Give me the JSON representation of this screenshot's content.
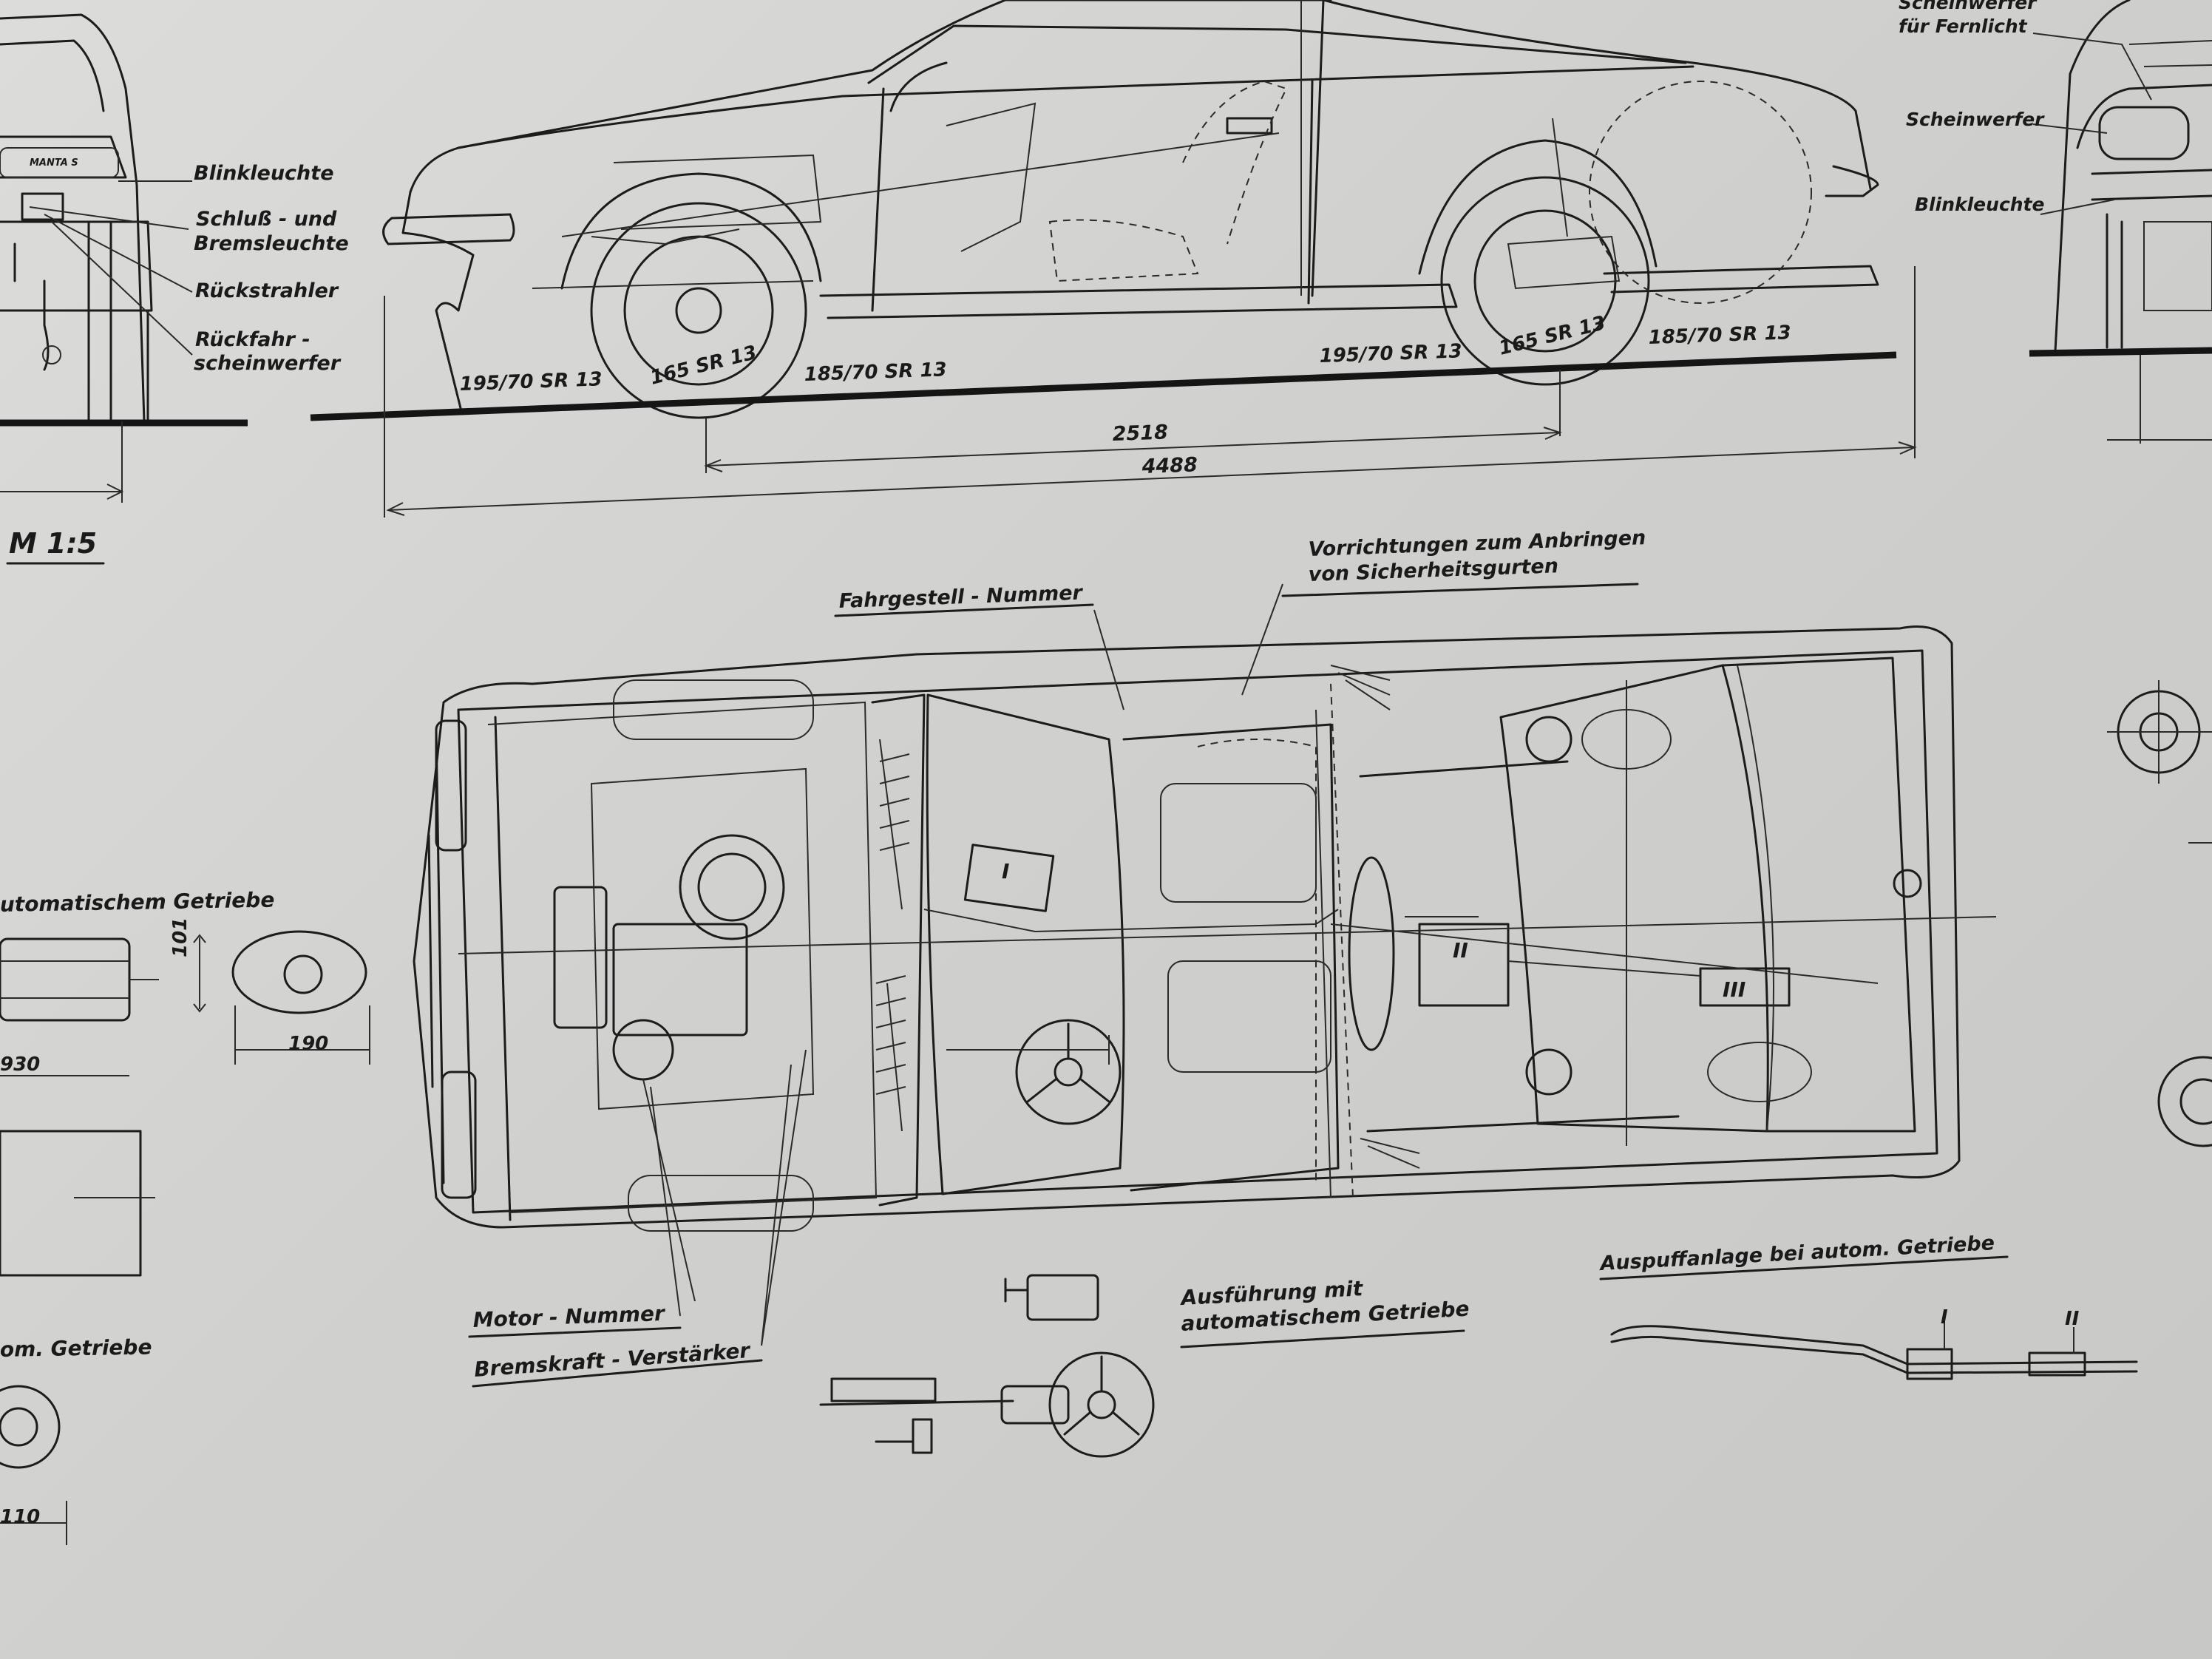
{
  "labels": {
    "blinkleuchte_left": "Blinkleuchte",
    "schluss_l1": "Schluß - und",
    "schluss_l2": "Bremsleuchte",
    "rueckstrahler": "Rückstrahler",
    "rueckfahr_l1": "Rückfahr -",
    "rueckfahr_l2": "scheinwerfer",
    "manta_badge": "MANTA S",
    "scale": "M 1:5",
    "tire_rear_l": "195/70 SR 13",
    "tire_mid_l": "165 SR 13",
    "tire_front_l": "185/70 SR 13",
    "tire_rear_r": "195/70 SR 13",
    "tire_mid_r": "165 SR 13",
    "tire_front_r": "185/70 SR 13",
    "dim_wheelbase": "2518",
    "dim_length": "4488",
    "fernlicht_l1": "Scheinwerfer",
    "fernlicht_l2": "für Fernlicht",
    "scheinwerfer": "Scheinwerfer",
    "blinkleuchte_right": "Blinkleuchte",
    "vorrichtungen_l1": "Vorrichtungen zum Anbringen",
    "vorrichtungen_l2": "von Sicherheitsgurten",
    "fahrgestell": "Fahrgestell - Nummer",
    "automatischem_getriebe": "utomatischem Getriebe",
    "dim_101": "101",
    "dim_190": "190",
    "dim_930": "930",
    "motor_nummer": "Motor - Nummer",
    "bremskraft": "Bremskraft - Verstärker",
    "ausfuehrung_l1": "Ausführung mit",
    "ausfuehrung_l2": "automatischem Getriebe",
    "auspuff": "Auspuffanlage bei autom. Getriebe",
    "om_getriebe": "om. Getriebe",
    "dim_110": "110",
    "roman_1": "I",
    "roman_2": "II",
    "roman_3": "III",
    "ex_roman_1": "I",
    "ex_roman_2": "II"
  }
}
